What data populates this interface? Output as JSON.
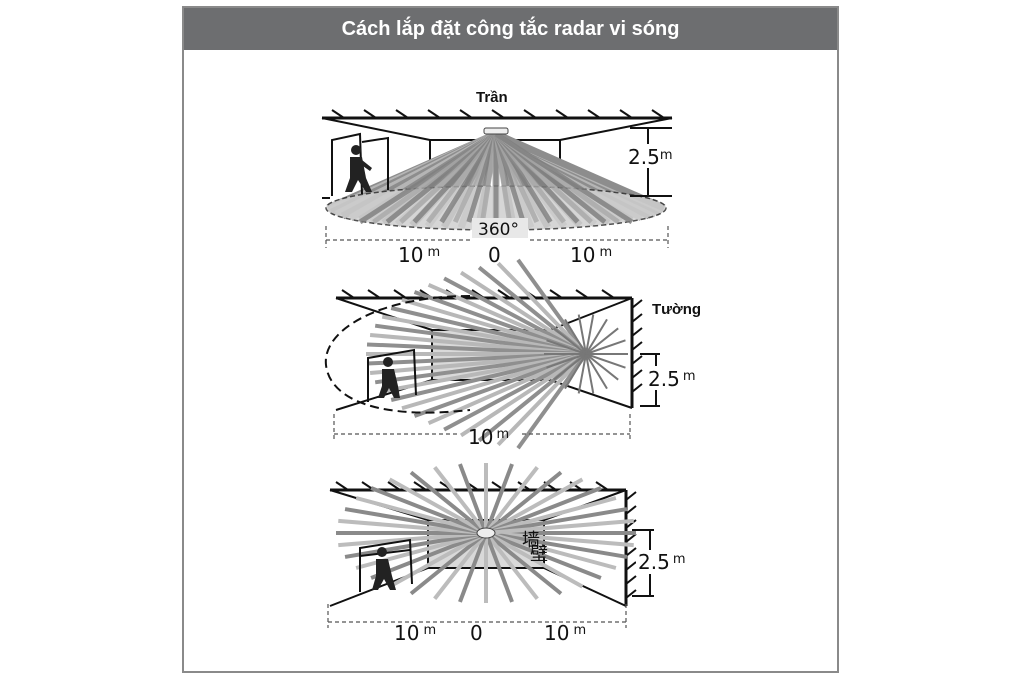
{
  "title": "Cách lắp đặt công tắc radar vi sóng",
  "colors": {
    "title_bg": "#6d6e70",
    "frame": "#8a8a8a",
    "beam": "#c8c8c8",
    "beam_dark": "#9a9a9a"
  },
  "panel_ceiling": {
    "ceiling_label": "Trần",
    "height_num": "2.5",
    "height_unit": "m",
    "angle_label": "360°",
    "dist_left_num": "10",
    "dist_left_unit": "m",
    "center": "0",
    "dist_right_num": "10",
    "dist_right_unit": "m"
  },
  "panel_wall": {
    "wall_label": "Tường",
    "height_num": "2.5",
    "height_unit": "m",
    "dist_num": "10",
    "dist_unit": "m"
  },
  "panel_wall2": {
    "chinese_label": "墙壁",
    "height_num": "2.5",
    "height_unit": "m",
    "dist_left_num": "10",
    "dist_left_unit": "m",
    "center": "0",
    "dist_right_num": "10",
    "dist_right_unit": "m"
  }
}
